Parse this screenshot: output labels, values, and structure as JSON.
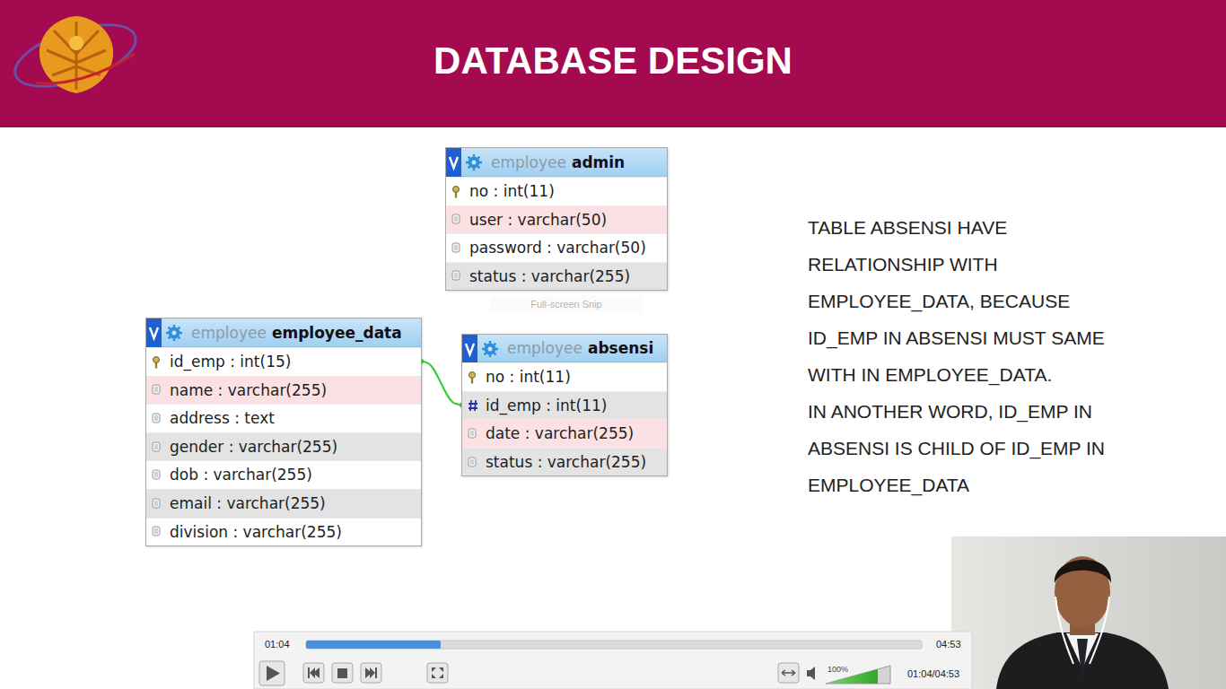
{
  "diagram": {
    "title": "DATABASE DESIGN",
    "nodes": [
      {
        "text": [
          "employee",
          "admin"
        ]
      },
      {
        "text": [
          "no : int(11)"
        ],
        "in": 0
      },
      {
        "text": [
          "user : varchar(50)"
        ],
        "in": 0
      },
      {
        "text": [
          "password : varchar(50)"
        ],
        "in": 0
      },
      {
        "text": [
          "status : varchar(255)"
        ],
        "in": 0
      },
      {
        "text": [
          "employee",
          "employee_data"
        ]
      },
      {
        "text": [
          "id_emp : int(15)"
        ],
        "in": 5
      },
      {
        "text": [
          "name : varchar(255)"
        ],
        "in": 5
      },
      {
        "text": [
          "address : text"
        ],
        "in": 5
      },
      {
        "text": [
          "gender : varchar(255)"
        ],
        "in": 5
      },
      {
        "text": [
          "dob : varchar(255)"
        ],
        "in": 5
      },
      {
        "text": [
          "email : varchar(255)"
        ],
        "in": 5
      },
      {
        "text": [
          "division : varchar(255)"
        ],
        "in": 5
      },
      {
        "text": [
          "employee",
          "absensi"
        ]
      },
      {
        "text": [
          "no : int(11)"
        ],
        "in": 13
      },
      {
        "text": [
          "id_emp : int(11)"
        ],
        "in": 13
      },
      {
        "text": [
          "date : varchar(255)"
        ],
        "in": 13
      },
      {
        "text": [
          "status : varchar(255)"
        ],
        "in": 13
      }
    ],
    "edges": [
      {
        "from": 6,
        "to": 15,
        "arrow": "none"
      }
    ],
    "labels": [
      "TABLE ABSENSI HAVE RELATIONSHIP WITH EMPLOYEE_DATA, BECAUSE ID_EMP IN ABSENSI MUST SAME WITH IN EMPLOYEE_DATA.",
      "IN ANOTHER WORD, ID_EMP IN ABSENSI IS CHILD OF ID_EMP IN EMPLOYEE_DATA",
      "Full-screen Snip",
      "01:04",
      "04:53",
      "100%",
      "01:04/04:53"
    ]
  }
}
